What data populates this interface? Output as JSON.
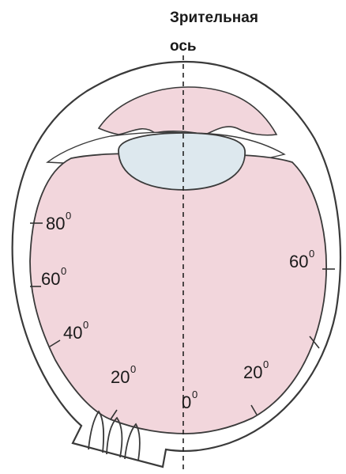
{
  "axis": {
    "title_line1": "Зрительная",
    "title_line2": "ось"
  },
  "angle_labels": [
    {
      "id": "left-80",
      "value": "80",
      "superscript": "0"
    },
    {
      "id": "left-60",
      "value": "60",
      "superscript": "0"
    },
    {
      "id": "left-40",
      "value": "40",
      "superscript": "0"
    },
    {
      "id": "left-20",
      "value": "20",
      "superscript": "0"
    },
    {
      "id": "center-0",
      "value": "0",
      "superscript": "0"
    },
    {
      "id": "right-20",
      "value": "20",
      "superscript": "0"
    },
    {
      "id": "right-60",
      "value": "60",
      "superscript": "0"
    }
  ],
  "colors": {
    "retina_fill": "#f2d6dc",
    "lens_fill": "#dde8ee",
    "outline": "#3a3a3a",
    "background": "#ffffff"
  }
}
